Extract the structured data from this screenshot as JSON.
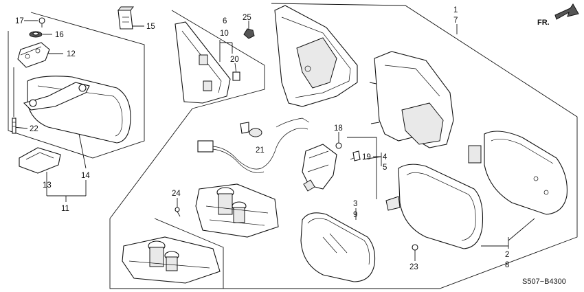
{
  "diagram": {
    "callouts": [
      {
        "id": "17",
        "text": "17"
      },
      {
        "id": "16",
        "text": "16"
      },
      {
        "id": "12",
        "text": "12"
      },
      {
        "id": "15",
        "text": "15"
      },
      {
        "id": "22",
        "text": "22"
      },
      {
        "id": "13",
        "text": "13"
      },
      {
        "id": "14",
        "text": "14"
      },
      {
        "id": "11",
        "text": "11"
      },
      {
        "id": "6",
        "text": "6"
      },
      {
        "id": "10",
        "text": "10"
      },
      {
        "id": "20",
        "text": "20"
      },
      {
        "id": "25",
        "text": "25"
      },
      {
        "id": "1",
        "text": "1"
      },
      {
        "id": "7",
        "text": "7"
      },
      {
        "id": "18",
        "text": "18"
      },
      {
        "id": "19",
        "text": "19"
      },
      {
        "id": "4",
        "text": "4"
      },
      {
        "id": "5",
        "text": "5"
      },
      {
        "id": "21",
        "text": "21"
      },
      {
        "id": "24",
        "text": "24"
      },
      {
        "id": "3",
        "text": "3"
      },
      {
        "id": "9",
        "text": "9"
      },
      {
        "id": "23",
        "text": "23"
      },
      {
        "id": "2",
        "text": "2"
      },
      {
        "id": "8",
        "text": "8"
      }
    ],
    "direction_label": "FR.",
    "diagram_code": "S507−B4300"
  }
}
